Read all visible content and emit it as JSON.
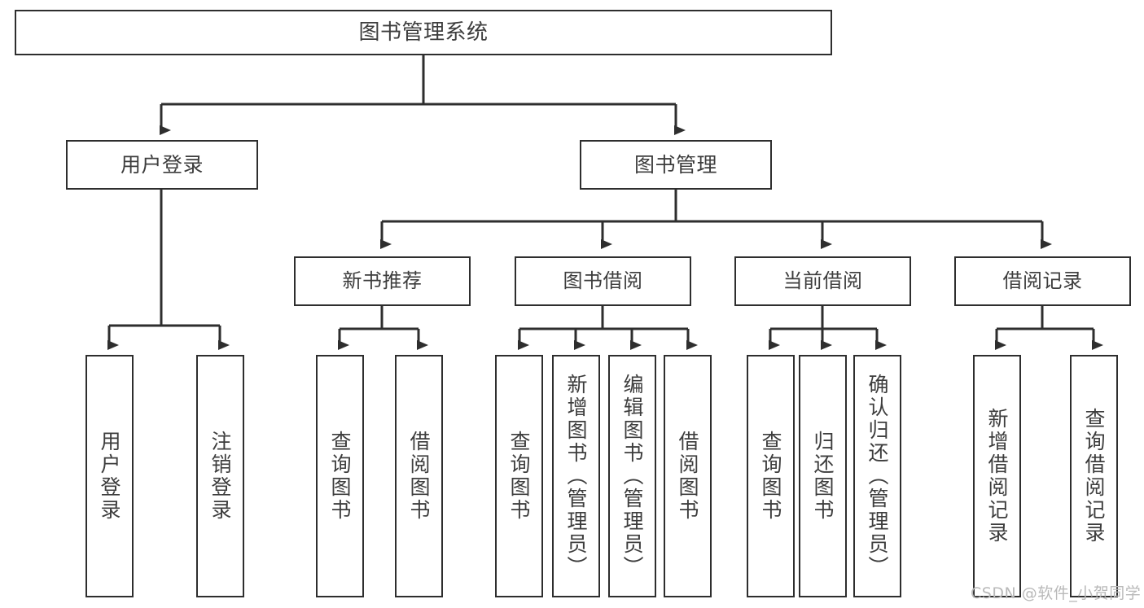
{
  "diagram": {
    "title": "图书管理系统",
    "type": "tree-hierarchy",
    "line_color": "#2e2e2e",
    "box_fill": "#ffffff",
    "text_color": "#3d3d3d",
    "root": {
      "label": "图书管理系统"
    },
    "level2": [
      {
        "label": "用户登录"
      },
      {
        "label": "图书管理"
      }
    ],
    "level3": [
      {
        "label": "新书推荐"
      },
      {
        "label": "图书借阅"
      },
      {
        "label": "当前借阅"
      },
      {
        "label": "借阅记录"
      }
    ],
    "leaves": {
      "user_login": [
        {
          "label": "用户登录"
        },
        {
          "label": "注销登录"
        }
      ],
      "new_book_recommend": [
        {
          "label": "查询图书"
        },
        {
          "label": "借阅图书"
        }
      ],
      "book_borrow": [
        {
          "label": "查询图书"
        },
        {
          "label": "新增图书（管理员）"
        },
        {
          "label": "编辑图书（管理员）"
        },
        {
          "label": "借阅图书"
        }
      ],
      "current_borrow": [
        {
          "label": "查询图书"
        },
        {
          "label": "归还图书"
        },
        {
          "label": "确认归还（管理员）"
        }
      ],
      "borrow_record": [
        {
          "label": "新增借阅记录"
        },
        {
          "label": "查询借阅记录"
        }
      ]
    }
  },
  "watermark": {
    "text": "CSDN @软件_小贺同学"
  }
}
